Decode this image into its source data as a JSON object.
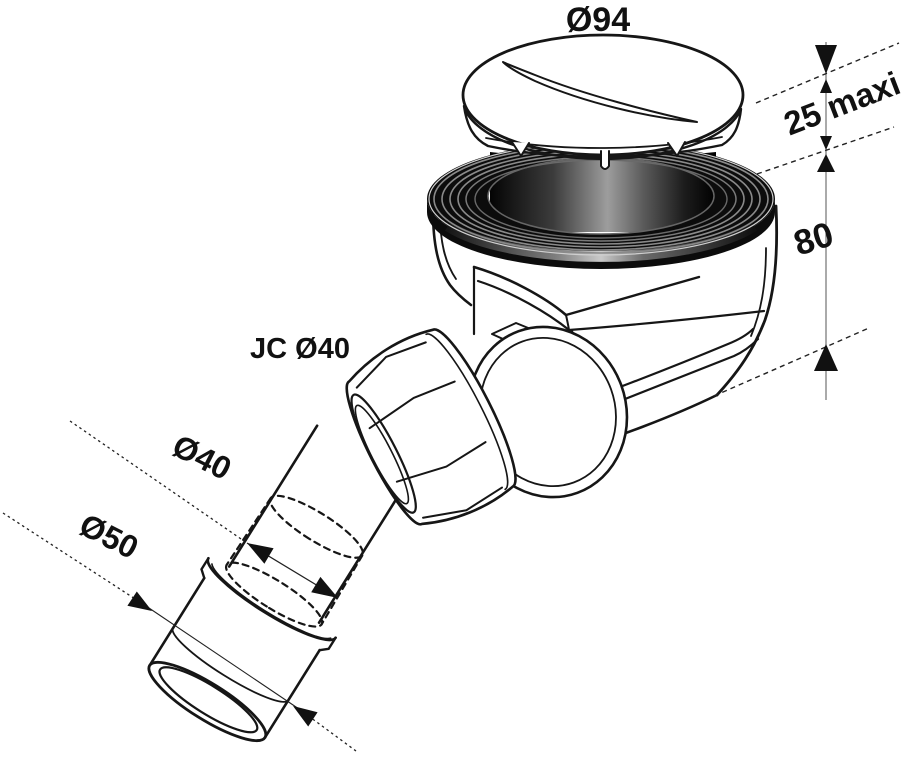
{
  "figure": {
    "background": "#ffffff",
    "line_color": "#161616",
    "seal_color": "#0c0c0c",
    "labels": {
      "cap_diameter": "Ø94",
      "recess_depth": "25 maxi",
      "body_height": "80",
      "nut_size": "JC Ø40",
      "pipe_inner_diameter": "Ø40",
      "pipe_outer_diameter": "Ø50"
    }
  }
}
